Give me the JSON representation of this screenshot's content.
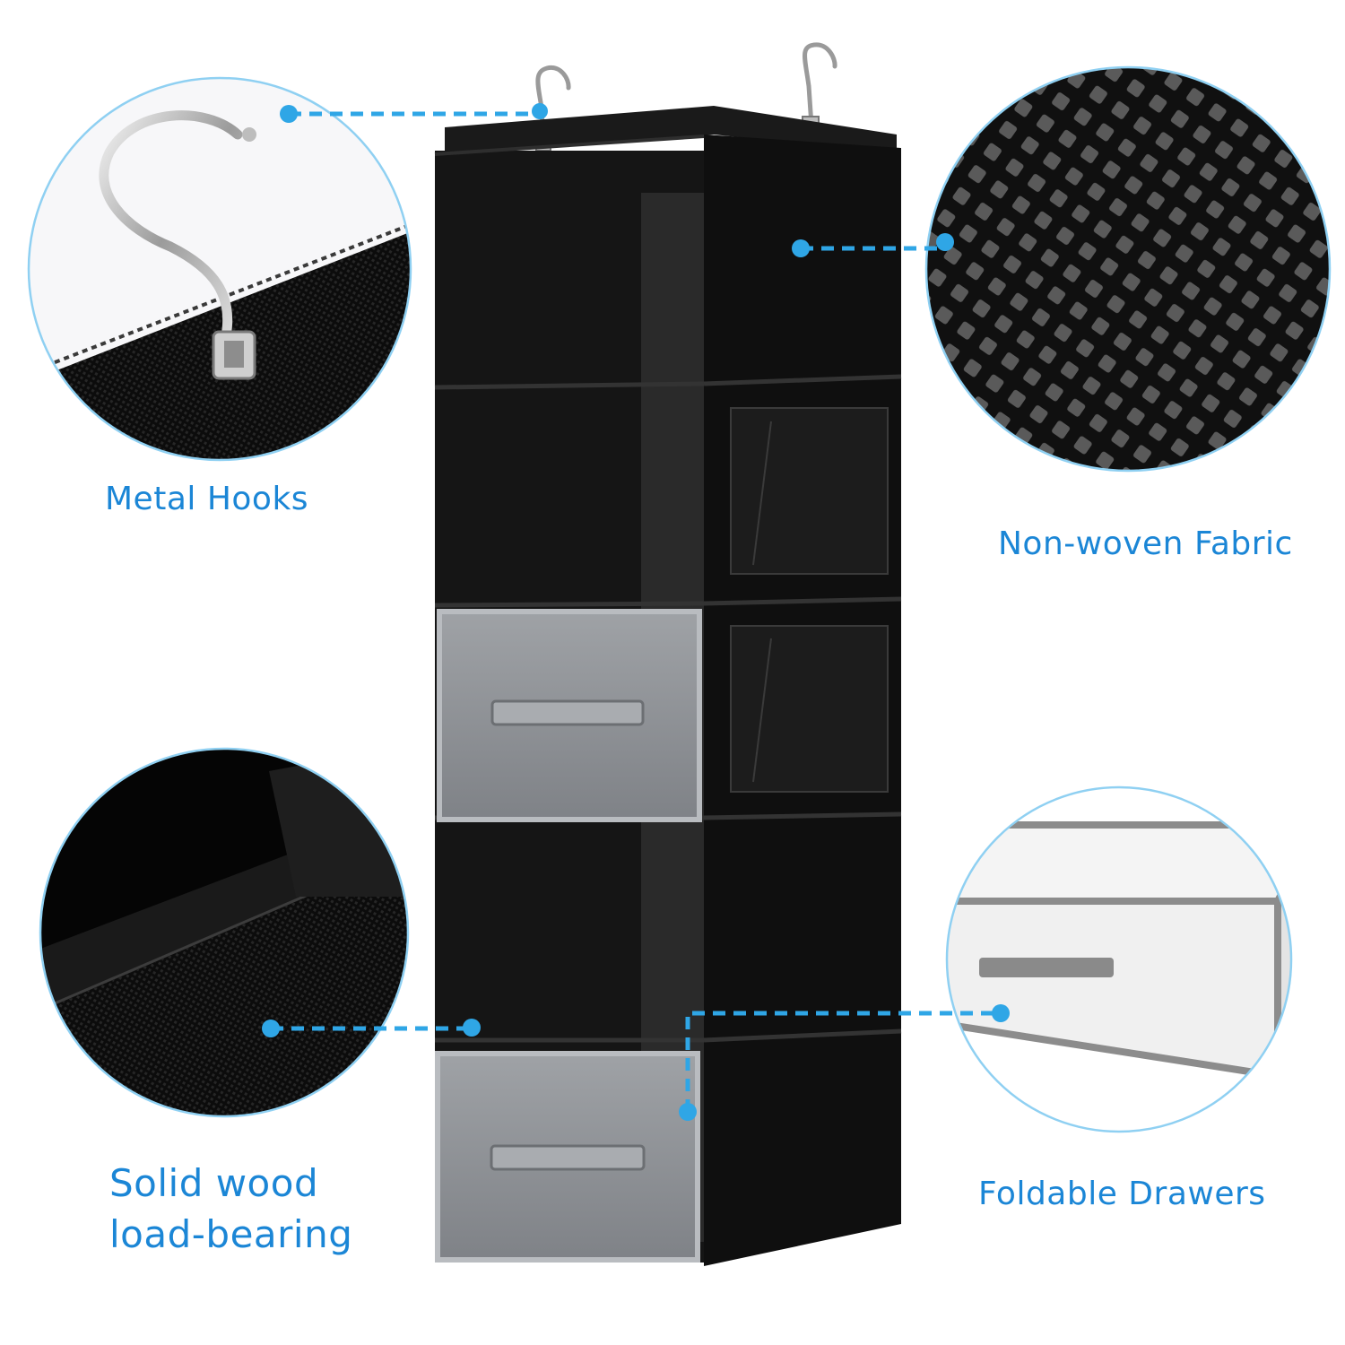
{
  "labels": {
    "metal_hooks": "Metal Hooks",
    "non_woven_fabric": "Non-woven Fabric",
    "solid_wood": "Solid wood load-bearing",
    "foldable_drawers": "Foldable Drawers"
  },
  "colors": {
    "accent": "#1b86d6",
    "callout_line": "#2fa6e6",
    "circle_border": "#8fd0f2",
    "fabric_black": "#141414",
    "drawer_grey": "#8c8f93"
  },
  "icons": {
    "hook": "hook-icon",
    "fabric": "fabric-texture",
    "drawer": "drawer-illustration"
  }
}
